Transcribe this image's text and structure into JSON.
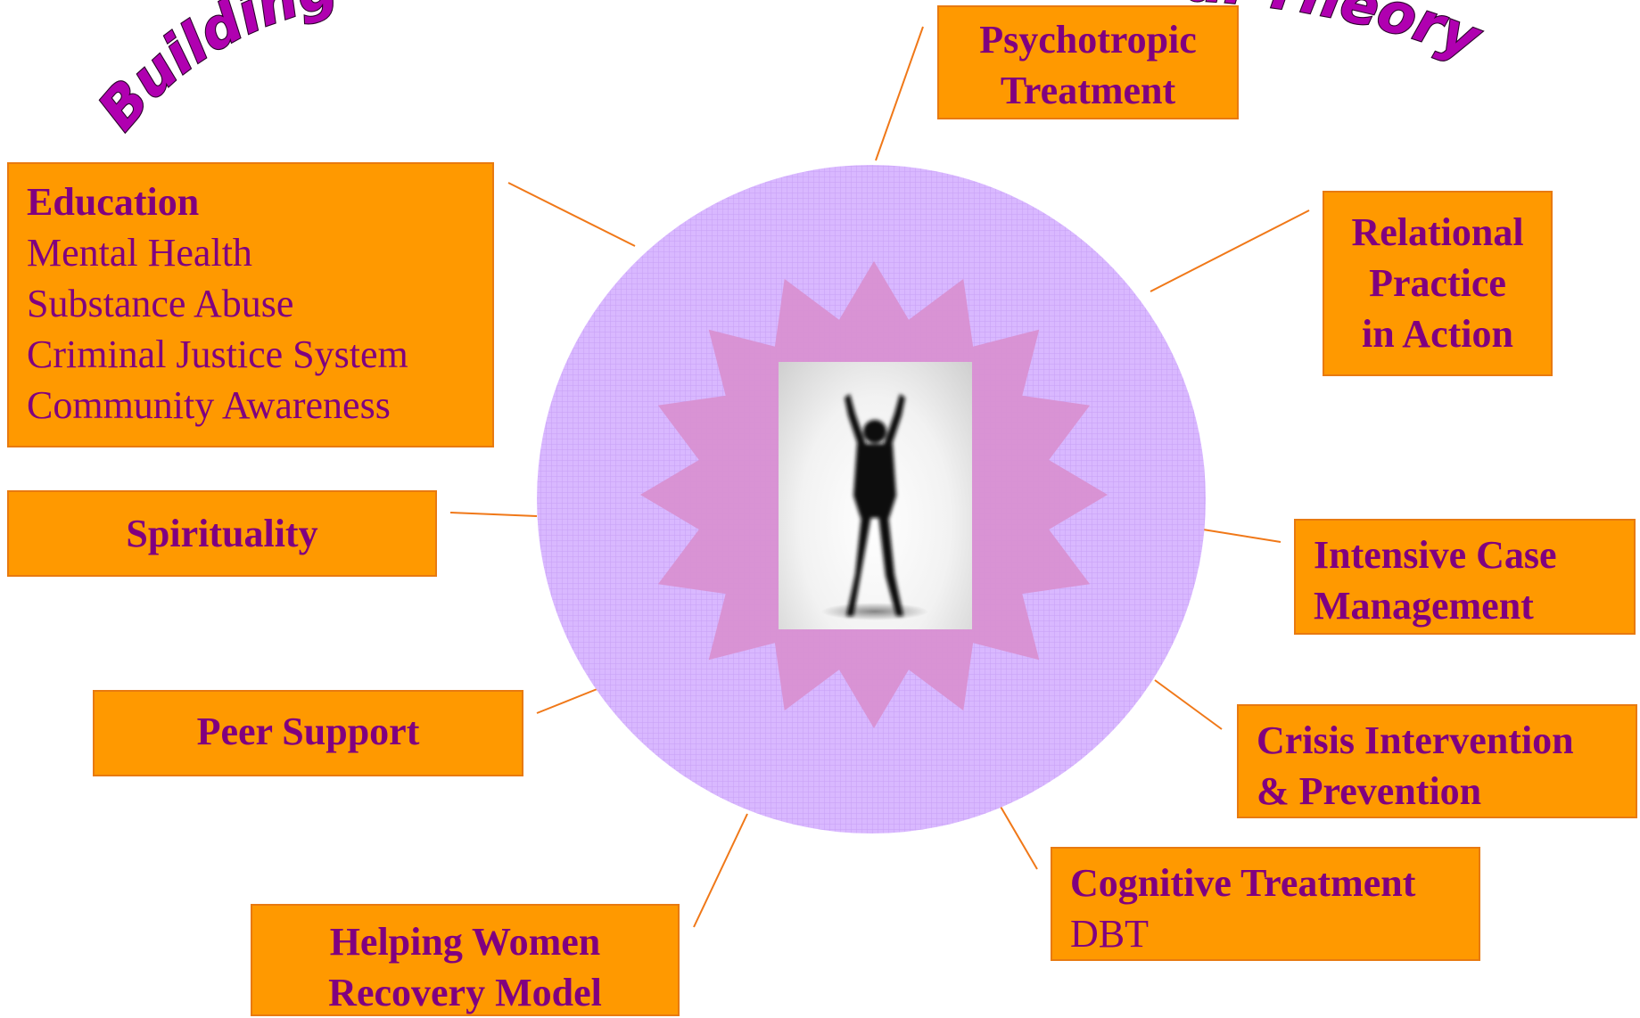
{
  "title": {
    "left": "Building Ho",
    "right": "al Theory"
  },
  "boxes": {
    "psychotropic": {
      "lines": [
        "Psychotropic",
        "Treatment"
      ]
    },
    "education": {
      "heading": "Education",
      "items": [
        "Mental Health",
        "Substance Abuse",
        "Criminal Justice System",
        "Community Awareness"
      ]
    },
    "relational": {
      "lines": [
        "Relational",
        "Practice",
        "in Action"
      ]
    },
    "spirituality": {
      "lines": [
        "Spirituality"
      ]
    },
    "intensive": {
      "lines": [
        "Intensive Case",
        "Management"
      ]
    },
    "peer": {
      "lines": [
        "Peer Support"
      ]
    },
    "crisis": {
      "lines": [
        "Crisis Intervention",
        "& Prevention"
      ]
    },
    "cognitive": {
      "heading": "Cognitive Treatment",
      "items": [
        "DBT"
      ]
    },
    "helping": {
      "lines": [
        "Helping Women",
        "Recovery Model"
      ]
    }
  },
  "colors": {
    "box_fill": "#ff9900",
    "box_text": "#800080",
    "circle": "#d6b3ff",
    "star": "#d98fd0",
    "connector": "#f07818",
    "title_fill": "#b000b0"
  },
  "center_image": "person-silhouette-arms-raised"
}
